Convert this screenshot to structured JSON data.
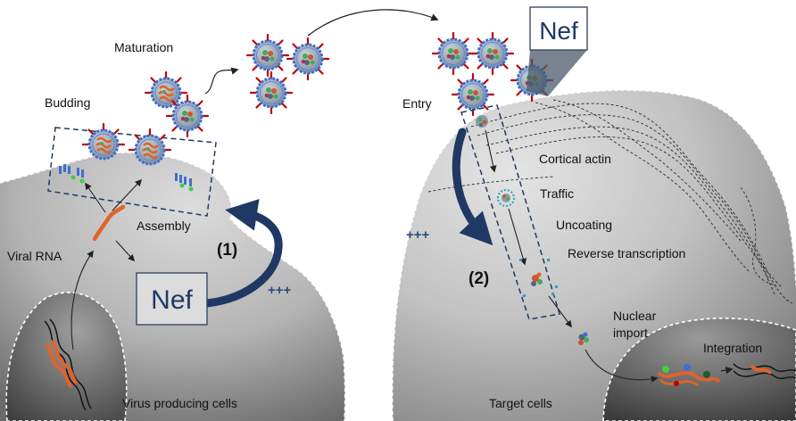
{
  "labels": {
    "maturation": "Maturation",
    "budding": "Budding",
    "assembly": "Assembly",
    "viral_rna": "Viral RNA",
    "step1": "(1)",
    "plus1": "+++",
    "nef_left": "Nef",
    "virus_cells": "Virus producing cells",
    "nef_zoom": "Nef",
    "entry": "Entry",
    "cortical_actin": "Cortical actin",
    "traffic": "Traffic",
    "uncoating": "Uncoating",
    "plus2": "+++",
    "reverse_transcription": "Reverse transcription",
    "step2": "(2)",
    "nuclear_import_1": "Nuclear",
    "nuclear_import_2": "import",
    "integration": "Integration",
    "target_cells": "Target cells"
  },
  "colors": {
    "cell_light": "#d6d6d6",
    "cell_dark": "#6f6f6f",
    "nucleus_light": "#a6a6a6",
    "nucleus_dark": "#3a3a3a",
    "arrow_blue": "#1f3864",
    "rna_orange": "#e0632a",
    "envelope_blue": "#3f6fcf",
    "spike_red": "#c00000",
    "virion_core": "#8a9aa6",
    "nef_box_border": "#2e3f5f",
    "nef_text": "#1f3864"
  },
  "icons": {
    "virion": "hiv-virion-icon",
    "rna": "viral-rna-strand-icon"
  }
}
